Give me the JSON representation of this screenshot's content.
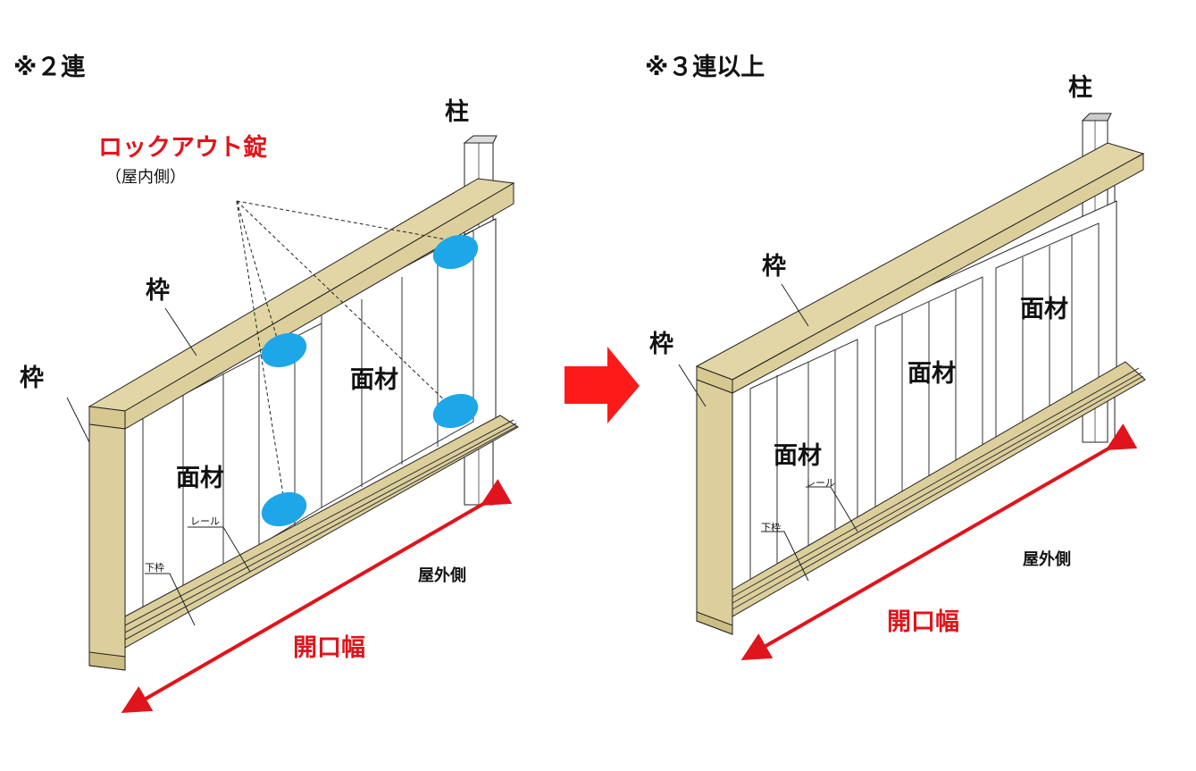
{
  "left": {
    "title": "※２連",
    "lock_label": "ロックアウト錠",
    "lock_side": "（屋内側）",
    "pillar": "柱",
    "frame_top": "枠",
    "frame_side": "枠",
    "panel_a": "面材",
    "panel_b": "面材",
    "rail": "レール",
    "bottom_frame": "下枠",
    "outdoor": "屋外側",
    "opening_width": "開口幅"
  },
  "right": {
    "title": "※３連以上",
    "pillar": "柱",
    "frame_top": "枠",
    "frame_side": "枠",
    "panel_a": "面材",
    "panel_b": "面材",
    "panel_c": "面材",
    "rail": "レール",
    "bottom_frame": "下枠",
    "outdoor": "屋外側",
    "opening_width": "開口幅"
  },
  "colors": {
    "frame": "#dccf9c",
    "frame_dark": "#c9ba80",
    "lock": "#1ea7e8",
    "accent": "#e0141c"
  }
}
